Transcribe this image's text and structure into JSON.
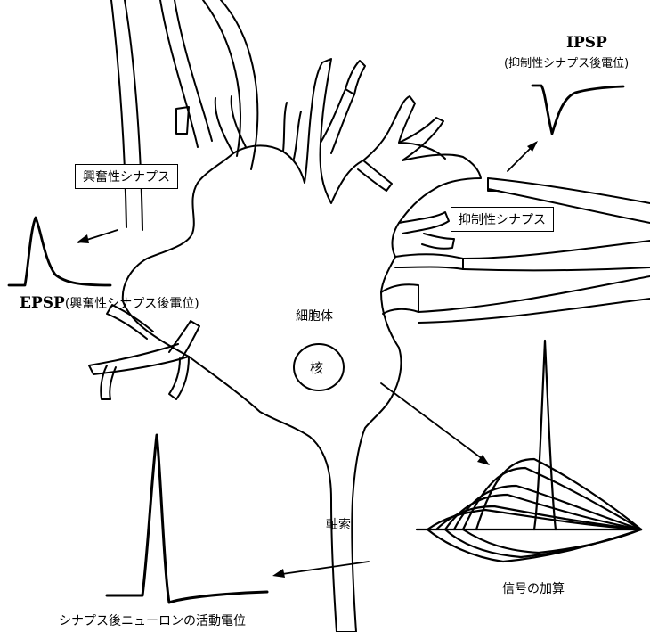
{
  "labels": {
    "ipsp_title": "IPSP",
    "ipsp_sub": "(抑制性シナプス後電位)",
    "excit_synapse": "興奮性シナプス",
    "inhib_synapse": "抑制性シナプス",
    "epsp_abbr": "EPSP",
    "epsp_sub": "(興奮性シナプス後電位)",
    "soma": "細胞体",
    "nucleus": "核",
    "axon": "軸索",
    "summation": "信号の加算",
    "action_potential": "シナプス後ニューロンの活動電位"
  },
  "colors": {
    "ink": "#000000",
    "background": "#ffffff"
  }
}
